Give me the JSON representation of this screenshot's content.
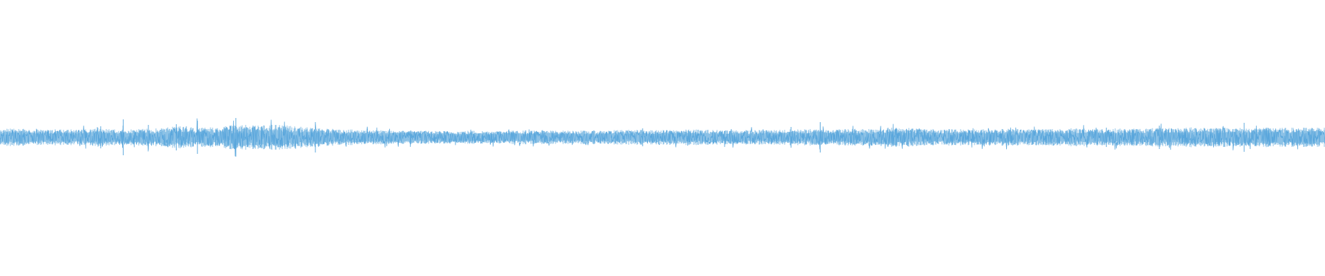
{
  "chart_data": {
    "type": "waveform",
    "title": "",
    "xlabel": "",
    "ylabel": "",
    "axes_visible": false,
    "grid": false,
    "legend": "none",
    "color": "#5ba7dc",
    "background": "#ffffff",
    "ylim": [
      -1,
      1
    ],
    "baseline_amplitude": 0.012,
    "envelope": [
      0.022,
      0.024,
      0.02,
      0.023,
      0.021,
      0.025,
      0.02,
      0.022,
      0.024,
      0.03,
      0.026,
      0.028,
      0.035,
      0.031,
      0.034,
      0.029,
      0.024,
      0.022,
      0.02,
      0.019,
      0.018,
      0.018,
      0.017,
      0.017,
      0.018,
      0.017,
      0.018,
      0.019,
      0.018,
      0.018,
      0.018,
      0.019,
      0.02,
      0.019,
      0.02,
      0.021,
      0.02,
      0.02,
      0.019,
      0.02,
      0.021,
      0.022,
      0.021,
      0.023,
      0.024,
      0.026,
      0.025,
      0.022,
      0.022,
      0.021,
      0.022,
      0.023,
      0.022,
      0.023,
      0.024,
      0.023,
      0.024,
      0.023,
      0.024,
      0.025,
      0.026,
      0.028,
      0.026,
      0.025,
      0.026,
      0.025,
      0.026,
      0.026
    ],
    "transients": [
      {
        "t": 0.076,
        "amp": 0.032
      },
      {
        "t": 0.093,
        "amp": 0.052
      },
      {
        "t": 0.112,
        "amp": 0.036
      },
      {
        "t": 0.133,
        "amp": 0.038
      },
      {
        "t": 0.149,
        "amp": 0.048
      },
      {
        "t": 0.178,
        "amp": 0.056
      },
      {
        "t": 0.191,
        "amp": 0.034
      },
      {
        "t": 0.238,
        "amp": 0.044
      },
      {
        "t": 0.31,
        "amp": 0.02
      },
      {
        "t": 0.485,
        "amp": 0.026
      },
      {
        "t": 0.597,
        "amp": 0.03
      },
      {
        "t": 0.619,
        "amp": 0.044
      },
      {
        "t": 0.676,
        "amp": 0.024
      },
      {
        "t": 0.835,
        "amp": 0.028
      },
      {
        "t": 0.875,
        "amp": 0.034
      },
      {
        "t": 0.939,
        "amp": 0.042
      }
    ]
  }
}
